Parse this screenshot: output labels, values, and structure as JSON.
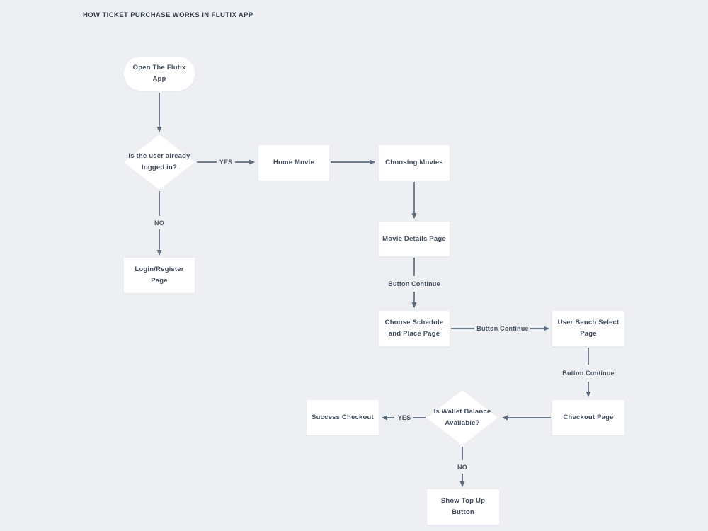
{
  "title": "HOW TICKET PURCHASE WORKS IN FLUTIX APP",
  "nodes": {
    "start": {
      "label": "Open The Flutix App",
      "type": "terminator"
    },
    "login_check": {
      "label": "Is the user already logged in?",
      "type": "decision"
    },
    "home_movie": {
      "label": "Home Movie",
      "type": "process"
    },
    "choosing_movies": {
      "label": "Choosing Movies",
      "type": "process"
    },
    "movie_details": {
      "label": "Movie Details Page",
      "type": "process"
    },
    "choose_schedule": {
      "label": "Choose Schedule and Place Page",
      "type": "process"
    },
    "user_bench": {
      "label": "User Bench Select Page",
      "type": "process"
    },
    "checkout": {
      "label": "Checkout Page",
      "type": "process"
    },
    "wallet_check": {
      "label": "Is Wallet Balance Available?",
      "type": "decision"
    },
    "success_checkout": {
      "label": "Success Checkout",
      "type": "process"
    },
    "show_topup": {
      "label": "Show Top Up Button",
      "type": "process"
    },
    "login_register": {
      "label": "Login/Register Page",
      "type": "process"
    }
  },
  "edges": {
    "yes_login": "YES",
    "no_login": "NO",
    "btn_continue_1": "Button Continue",
    "btn_continue_2": "Button Continue",
    "btn_continue_3": "Button Continue",
    "yes_wallet": "YES",
    "no_wallet": "NO"
  },
  "colors": {
    "background": "#edeff3",
    "node_fill": "#ffffff",
    "node_text": "#414d5d",
    "arrow": "#5d6b7c",
    "title_text": "#38424f"
  }
}
